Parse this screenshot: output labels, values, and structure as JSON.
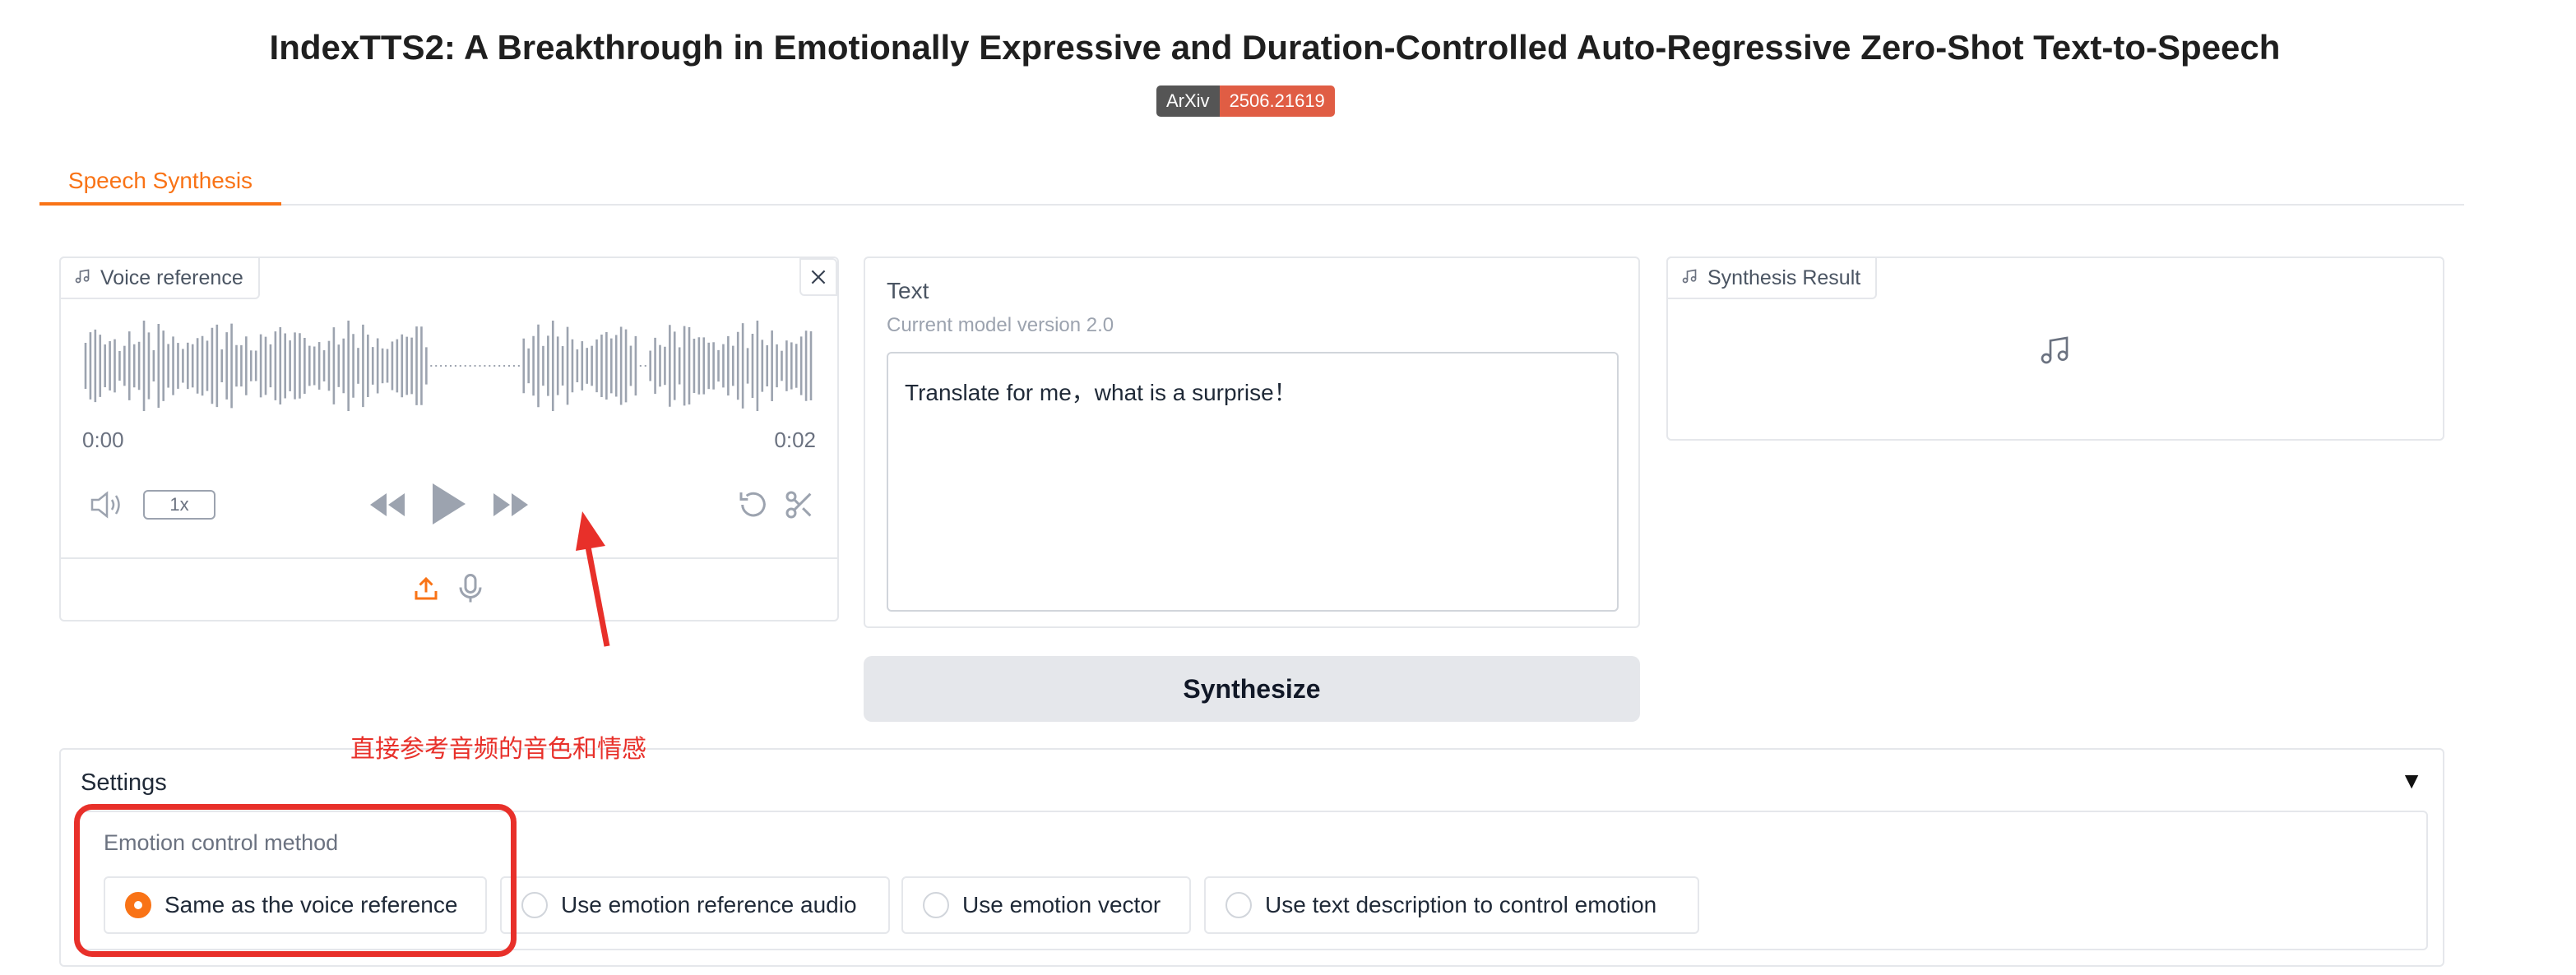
{
  "header": {
    "title": "IndexTTS2: A Breakthrough in Emotionally Expressive and Duration-Controlled Auto-Regressive Zero-Shot Text-to-Speech",
    "badge_left": "ArXiv",
    "badge_right": "2506.21619"
  },
  "tabs": [
    {
      "label": "Speech Synthesis",
      "active": true
    }
  ],
  "voice_reference": {
    "label": "Voice reference",
    "time_start": "0:00",
    "time_end": "0:02",
    "speed": "1x"
  },
  "text_panel": {
    "label": "Text",
    "info": "Current model version 2.0",
    "value": "Translate for me，what is a surprise！"
  },
  "synthesize_button": "Synthesize",
  "result": {
    "label": "Synthesis Result"
  },
  "annotation": {
    "text": "直接参考音频的音色和情感"
  },
  "settings": {
    "title": "Settings",
    "toggle": "▼",
    "emotion_control": {
      "label": "Emotion control method",
      "options": [
        "Same as the voice reference",
        "Use emotion reference audio",
        "Use emotion vector",
        "Use text description to control emotion"
      ],
      "selected": "Same as the voice reference"
    }
  },
  "colors": {
    "accent": "#f97316",
    "annotation_red": "#e8302a",
    "badge_dark": "#555555",
    "badge_red": "#e05d44"
  }
}
